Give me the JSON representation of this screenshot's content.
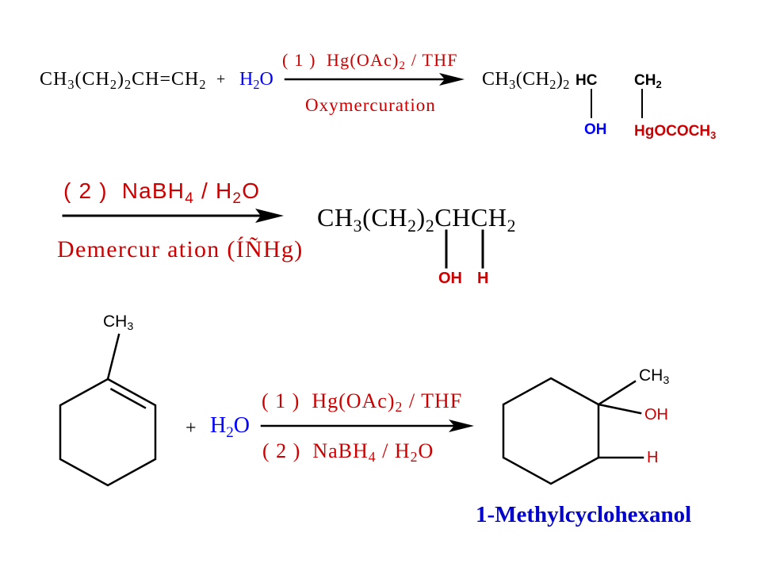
{
  "colors": {
    "ink": "#000000",
    "red": "#cc0000",
    "blue": "#0000ff",
    "navy": "#0000cc"
  },
  "step1": {
    "reactant": [
      "CH",
      "3",
      "(CH",
      "2",
      ")",
      "2",
      "CH=CH",
      "2"
    ],
    "plus": "+",
    "water": [
      "H",
      "2",
      "O"
    ],
    "reagent": [
      "( 1 )  Hg(OAc)",
      "2",
      " / THF"
    ],
    "label": "Oxymercuration",
    "product": {
      "chain": [
        "CH",
        "3",
        "(CH",
        "2",
        ")",
        "2"
      ],
      "c1": "HC",
      "c2": [
        "CH",
        "2"
      ],
      "c1_group": "OH",
      "c2_group": [
        "HgOCOCH",
        "3"
      ]
    }
  },
  "step2": {
    "reagent": [
      "( 2 )  NaBH",
      "4",
      " / H",
      "2",
      "O"
    ],
    "label": "Demercur ation (ÍÑHg)",
    "product": {
      "chain": [
        "CH",
        "3",
        "(CH",
        "2",
        ")",
        "2",
        "CHCH",
        "2"
      ],
      "c1_group": "OH",
      "c2_group": "H"
    }
  },
  "example": {
    "reactant_methyl": [
      "CH",
      "3"
    ],
    "plus": "+",
    "water": [
      "H",
      "2",
      "O"
    ],
    "reagent_1": [
      "( 1 )  Hg(OAc)",
      "2",
      " / THF"
    ],
    "reagent_2": [
      "( 2 )  NaBH",
      "4",
      " / H",
      "2",
      "O"
    ],
    "product": {
      "methyl": [
        "CH",
        "3"
      ],
      "hydroxyl": "OH",
      "hydrogen": "H",
      "name": "1-Methylcyclohexanol"
    }
  }
}
